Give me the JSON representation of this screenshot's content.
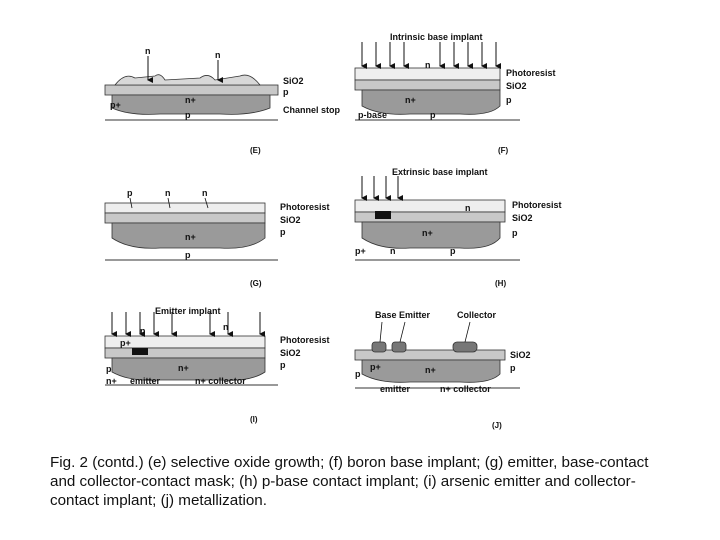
{
  "panels": {
    "e": {
      "tag": "(E)",
      "labels": {
        "n_left": "n",
        "n_right": "n",
        "sio2": "SiO2",
        "p_layer": "p",
        "p_plus": "p+",
        "n_plus": "n+",
        "p_sub": "p",
        "channel_stop": "Channel stop"
      }
    },
    "f": {
      "tag": "(F)",
      "labels": {
        "title": "Intrinsic base implant",
        "n": "n",
        "photoresist": "Photoresist",
        "sio2": "SiO2",
        "p_layer": "p",
        "n_plus": "n+",
        "p_base": "p-base",
        "p_sub": "p"
      }
    },
    "g": {
      "tag": "(G)",
      "labels": {
        "p": "p",
        "n_left": "n",
        "n_right": "n",
        "photoresist": "Photoresist",
        "sio2": "SiO2",
        "p_layer": "p",
        "n_plus": "n+",
        "p_sub": "p"
      }
    },
    "h": {
      "tag": "(H)",
      "labels": {
        "title": "Extrinsic base implant",
        "n": "n",
        "photoresist": "Photoresist",
        "sio2": "SiO2",
        "p_layer": "p",
        "n_plus": "n+",
        "p_plus": "p+",
        "n_bottom": "n",
        "p_sub": "p"
      }
    },
    "i": {
      "tag": "(I)",
      "labels": {
        "title": "Emitter implant",
        "n_top": "n",
        "n_right": "n",
        "photoresist": "Photoresist",
        "sio2": "SiO2",
        "p_layer": "p",
        "p_plus": "p+",
        "p_left": "p",
        "n_plus_left": "n+",
        "emitter": "emitter",
        "n_plus_mid": "n+",
        "n_plus_collector": "n+ collector"
      }
    },
    "j": {
      "tag": "(J)",
      "labels": {
        "base_emitter": "Base Emitter",
        "collector": "Collector",
        "sio2": "SiO2",
        "p_layer": "p",
        "p_left": "p",
        "p_plus": "p+",
        "n_plus": "n+",
        "emitter": "emitter",
        "n_plus_collector": "n+ collector"
      }
    }
  },
  "caption": "Fig. 2 (contd.) (e) selective oxide growth; (f) boron base implant; (g) emitter, base-contact and collector-contact mask; (h) p-base contact implant; (i) arsenic emitter and collector-contact implant; (j) metallization."
}
